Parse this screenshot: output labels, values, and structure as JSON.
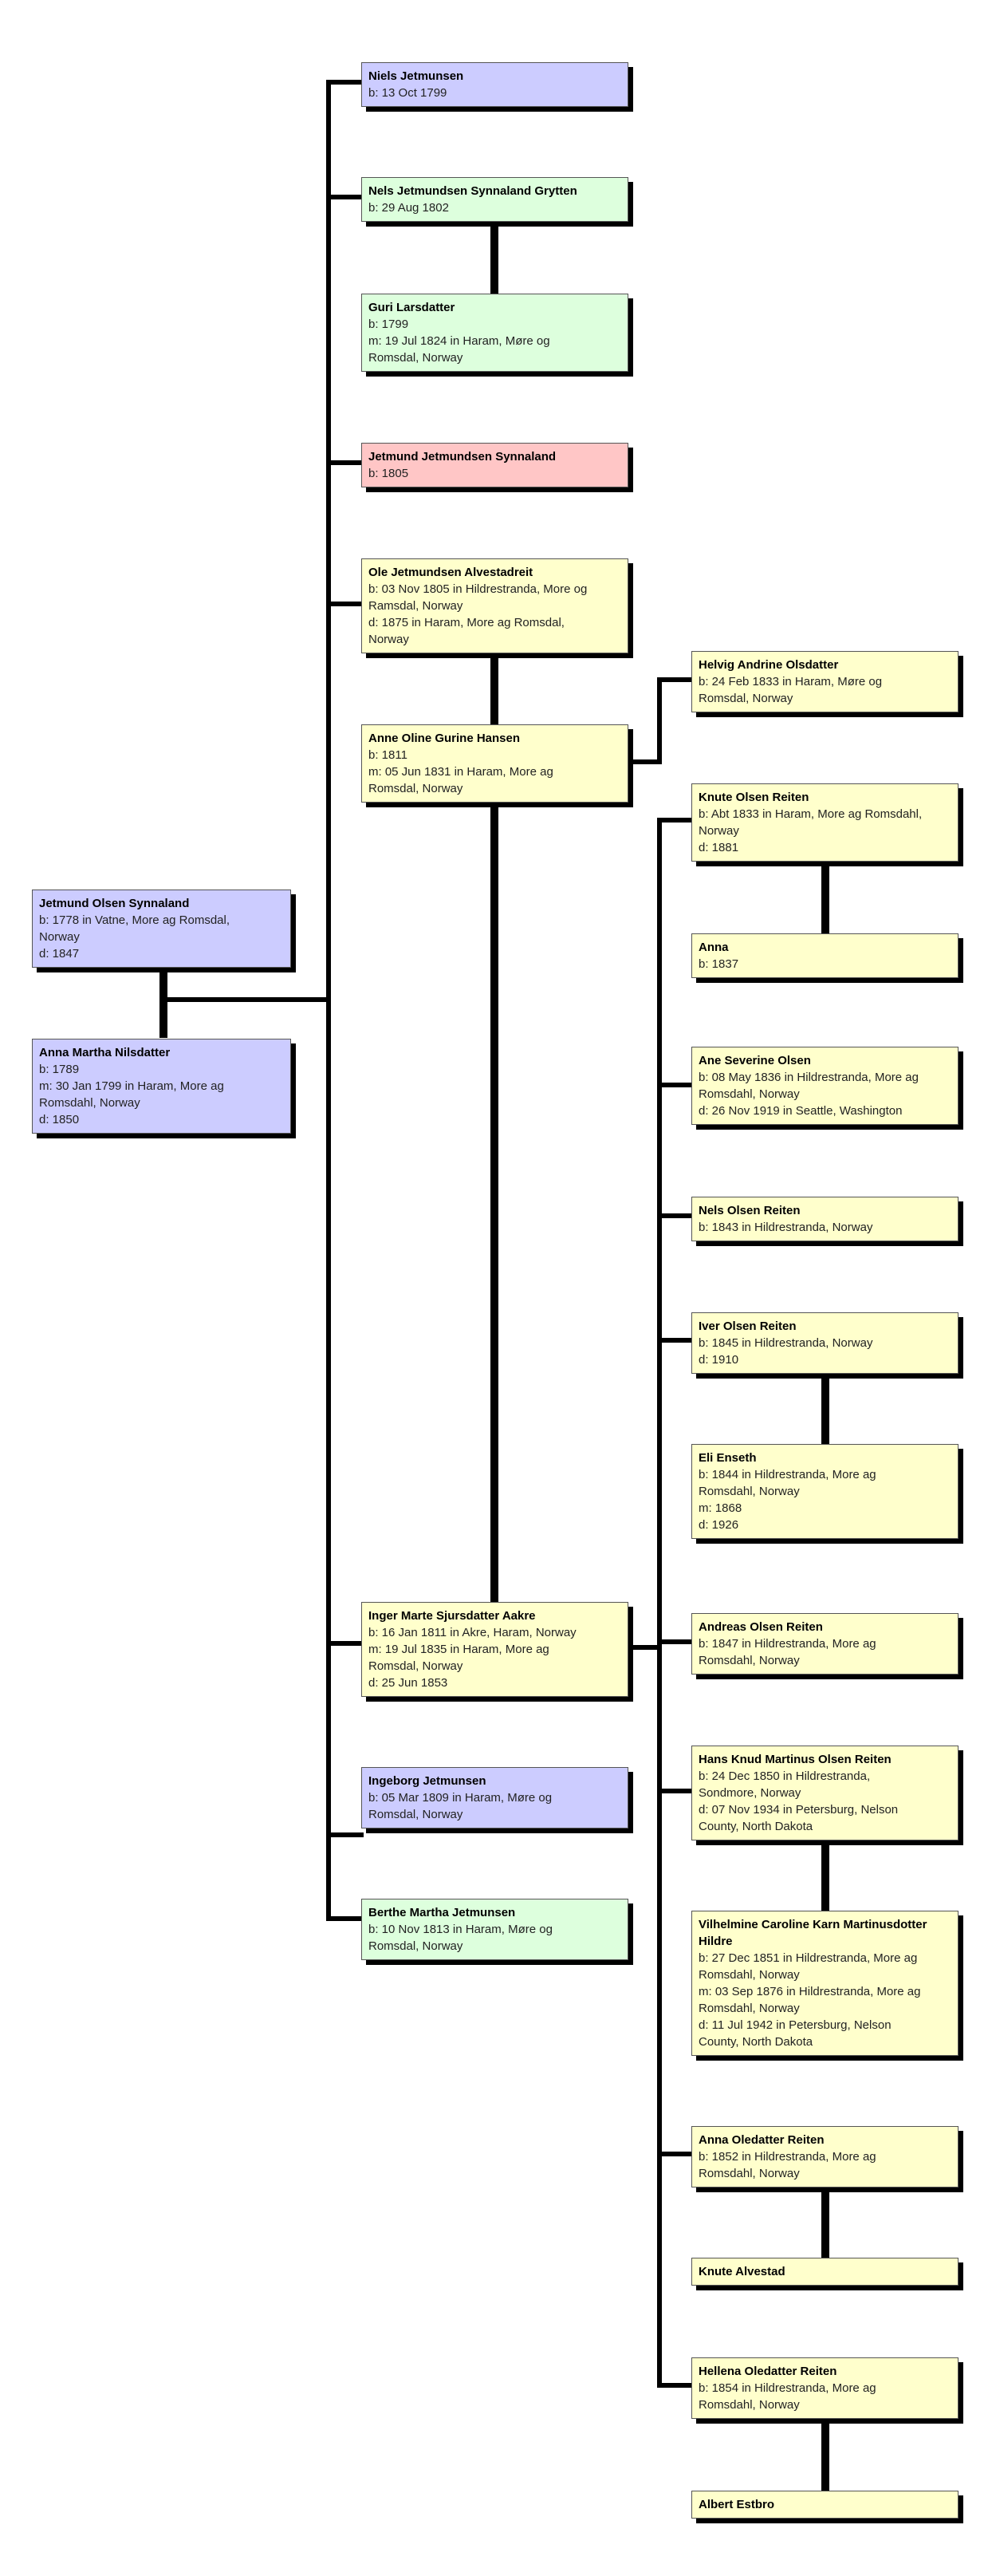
{
  "colors": {
    "blue": "#ccccff",
    "green": "#ddffdd",
    "red": "#ffc6c6",
    "yellow": "#ffffcc",
    "line": "#000000"
  },
  "people": {
    "jetmund_olsen": {
      "name": "Jetmund Olsen Synnaland",
      "lines": [
        "b: 1778 in Vatne, More ag Romsdal,",
        "Norway",
        "d: 1847"
      ],
      "color": "blue"
    },
    "anna_martha": {
      "name": "Anna Martha Nilsdatter",
      "lines": [
        "b: 1789",
        "m: 30 Jan 1799 in Haram, More ag",
        "Romsdahl, Norway",
        "d: 1850"
      ],
      "color": "blue"
    },
    "niels": {
      "name": "Niels Jetmunsen",
      "lines": [
        "b: 13 Oct 1799"
      ],
      "color": "blue"
    },
    "nels_jet": {
      "name": "Nels Jetmundsen Synnaland Grytten",
      "lines": [
        "b: 29 Aug 1802"
      ],
      "color": "green"
    },
    "guri": {
      "name": "Guri Larsdatter",
      "lines": [
        "b: 1799",
        "m: 19 Jul 1824 in Haram, Møre og",
        "Romsdal, Norway"
      ],
      "color": "green"
    },
    "jetmund_j": {
      "name": "Jetmund Jetmundsen Synnaland",
      "lines": [
        "b: 1805"
      ],
      "color": "red"
    },
    "ole": {
      "name": "Ole Jetmundsen Alvestadreit",
      "lines": [
        "b: 03 Nov 1805 in Hildrestranda, More og",
        "Ramsdal, Norway",
        "d: 1875 in Haram, More ag Romsdal,",
        "Norway"
      ],
      "color": "yellow"
    },
    "anne_oline": {
      "name": "Anne Oline Gurine Hansen",
      "lines": [
        "b: 1811",
        "m: 05 Jun 1831 in Haram, More ag",
        "Romsdal, Norway"
      ],
      "color": "yellow"
    },
    "helvig": {
      "name": "Helvig Andrine Olsdatter",
      "lines": [
        "b: 24 Feb 1833 in Haram, Møre og",
        "Romsdal, Norway"
      ],
      "color": "yellow"
    },
    "knute_olsen": {
      "name": "Knute Olsen Reiten",
      "lines": [
        "b: Abt 1833 in Haram, More ag Romsdahl,",
        "Norway",
        "d: 1881"
      ],
      "color": "yellow"
    },
    "anna": {
      "name": "Anna",
      "lines": [
        "b: 1837"
      ],
      "color": "yellow"
    },
    "ane_severine": {
      "name": "Ane Severine Olsen",
      "lines": [
        "b: 08 May 1836 in Hildrestranda, More ag",
        "Romsdahl, Norway",
        "d: 26 Nov 1919 in Seattle, Washington"
      ],
      "color": "yellow"
    },
    "nels_olsen": {
      "name": "Nels Olsen Reiten",
      "lines": [
        "b: 1843 in Hildrestranda, Norway"
      ],
      "color": "yellow"
    },
    "iver": {
      "name": "Iver Olsen Reiten",
      "lines": [
        "b: 1845 in Hildrestranda, Norway",
        "d: 1910"
      ],
      "color": "yellow"
    },
    "eli": {
      "name": "Eli Enseth",
      "lines": [
        "b: 1844 in Hildrestranda, More ag",
        "Romsdahl, Norway",
        "m: 1868",
        "d: 1926"
      ],
      "color": "yellow"
    },
    "inger": {
      "name": "Inger Marte Sjursdatter Aakre",
      "lines": [
        "b: 16 Jan 1811 in Akre, Haram, Norway",
        "m: 19 Jul 1835 in Haram, More ag",
        "Romsdal, Norway",
        "d: 25 Jun 1853"
      ],
      "color": "yellow"
    },
    "andreas": {
      "name": "Andreas Olsen Reiten",
      "lines": [
        "b: 1847 in Hildrestranda, More ag",
        "Romsdahl, Norway"
      ],
      "color": "yellow"
    },
    "hans": {
      "name": "Hans Knud Martinus Olsen Reiten",
      "lines": [
        "b: 24 Dec 1850 in Hildrestranda,",
        "Sondmore, Norway",
        "d: 07 Nov 1934 in Petersburg, Nelson",
        "County, North Dakota"
      ],
      "color": "yellow"
    },
    "vilhelmine": {
      "name": "Vilhelmine Caroline Karn Martinusdotter Hildre",
      "lines": [
        "b: 27 Dec 1851 in Hildrestranda, More ag",
        "Romsdahl, Norway",
        "m: 03 Sep 1876 in Hildrestranda, More ag",
        "Romsdahl, Norway",
        "d: 11 Jul 1942 in Petersburg, Nelson",
        "County, North Dakota"
      ],
      "color": "yellow"
    },
    "anna_oledatter": {
      "name": "Anna Oledatter Reiten",
      "lines": [
        "b: 1852 in Hildrestranda, More ag",
        "Romsdahl, Norway"
      ],
      "color": "yellow"
    },
    "knute_alvestad": {
      "name": "Knute Alvestad",
      "lines": [],
      "color": "yellow"
    },
    "hellena": {
      "name": "Hellena Oledatter Reiten",
      "lines": [
        "b: 1854 in Hildrestranda, More ag",
        "Romsdahl, Norway"
      ],
      "color": "yellow"
    },
    "ingeborg": {
      "name": "Ingeborg Jetmunsen",
      "lines": [
        "b: 05 Mar 1809 in Haram, Møre og",
        "Romsdal, Norway"
      ],
      "color": "blue"
    },
    "berthe": {
      "name": "Berthe Martha Jetmunsen",
      "lines": [
        "b: 10 Nov 1813 in Haram, Møre og",
        "Romsdal, Norway"
      ],
      "color": "green"
    },
    "albert": {
      "name": "Albert Estbro",
      "lines": [],
      "color": "yellow"
    }
  }
}
